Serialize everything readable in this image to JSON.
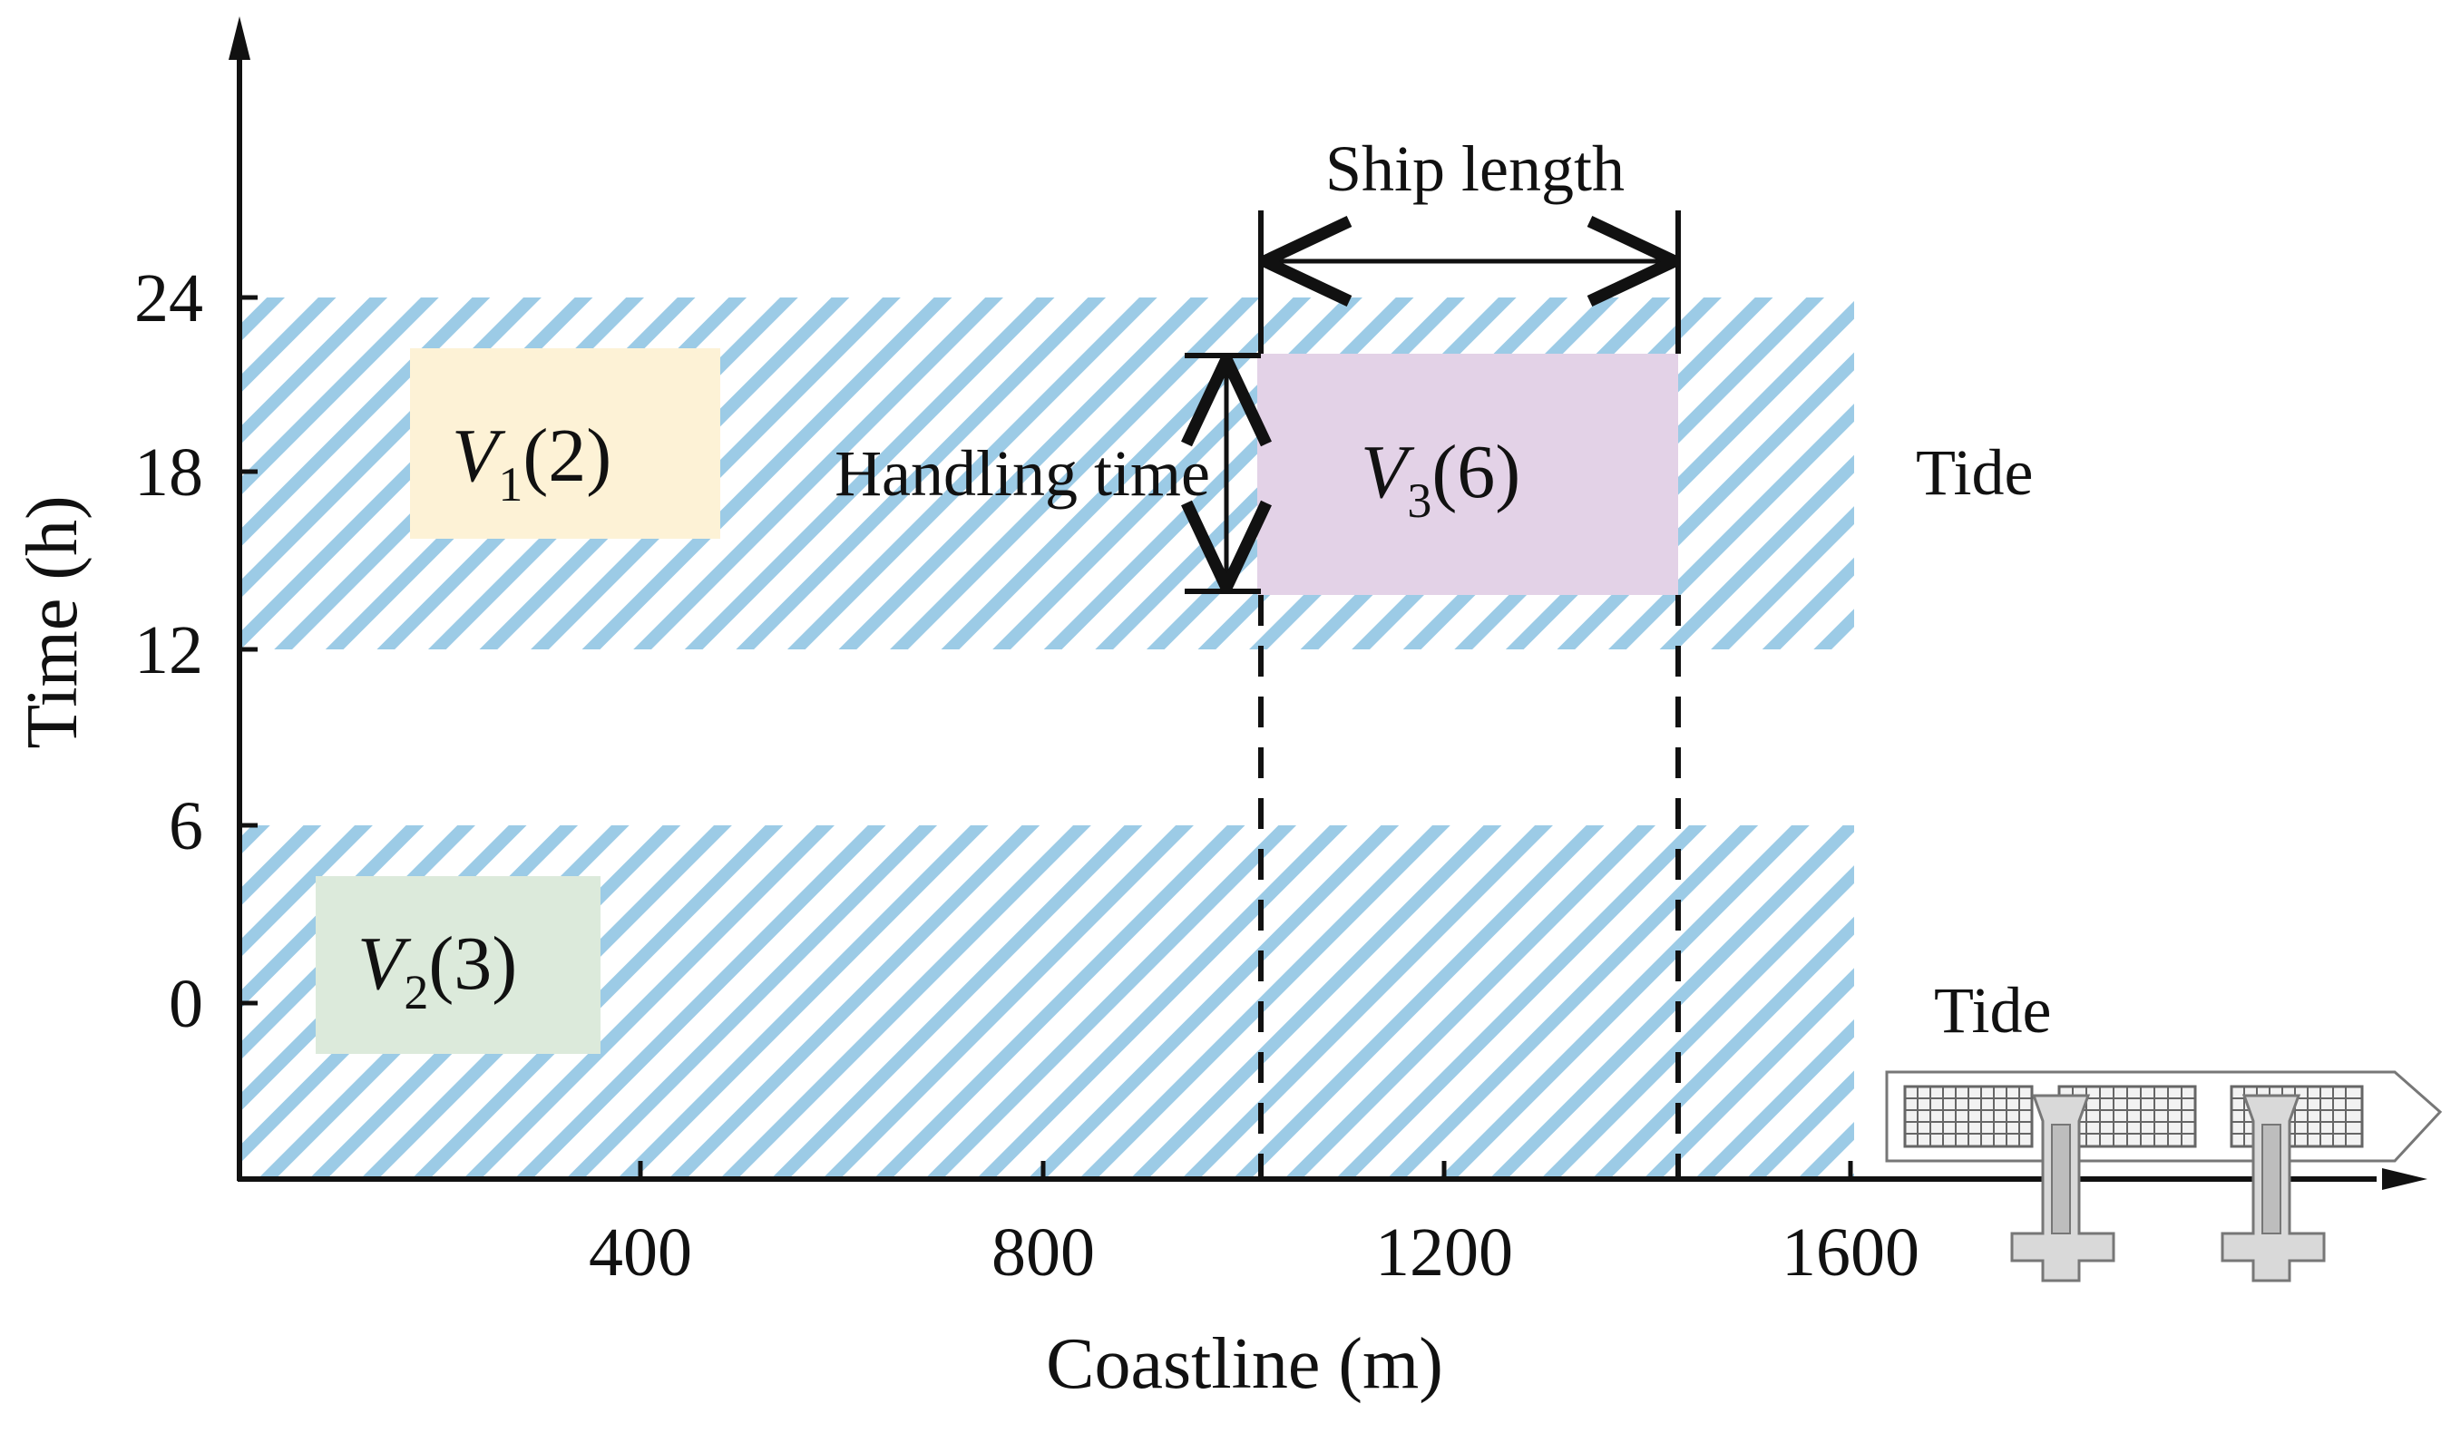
{
  "axes": {
    "x_title": "Coastline (m)",
    "y_title": "Time (h)",
    "x_ticks": [
      "400",
      "800",
      "1200",
      "1600"
    ],
    "y_ticks": [
      "0",
      "6",
      "12",
      "18",
      "24"
    ]
  },
  "bands": [
    {
      "label": "Tide",
      "time_range_h": [
        12,
        24
      ]
    },
    {
      "label": "Tide",
      "time_range_h": [
        -6,
        6
      ]
    }
  ],
  "vessels": [
    {
      "symbol": "V",
      "index": "1",
      "value": "(2)",
      "color": "#fdf2d6",
      "coastline_m": [
        170,
        470
      ],
      "time_h": [
        16.2,
        22.6
      ]
    },
    {
      "symbol": "V",
      "index": "2",
      "value": "(3)",
      "color": "#dceadb",
      "coastline_m": [
        75,
        360
      ],
      "time_h": [
        -1.6,
        4.4
      ]
    },
    {
      "symbol": "V",
      "index": "3",
      "value": "(6)",
      "color": "#e3d2e7",
      "coastline_m": [
        1005,
        1420
      ],
      "time_h": [
        14,
        22.2
      ]
    }
  ],
  "annotations": {
    "ship_length": "Ship length",
    "handling_time": "Handling time"
  },
  "colors": {
    "hatch": "#9ccbe6",
    "axis": "#111111"
  },
  "icons": {
    "ship": "ship-icon",
    "bollard": "bollard-icon"
  }
}
